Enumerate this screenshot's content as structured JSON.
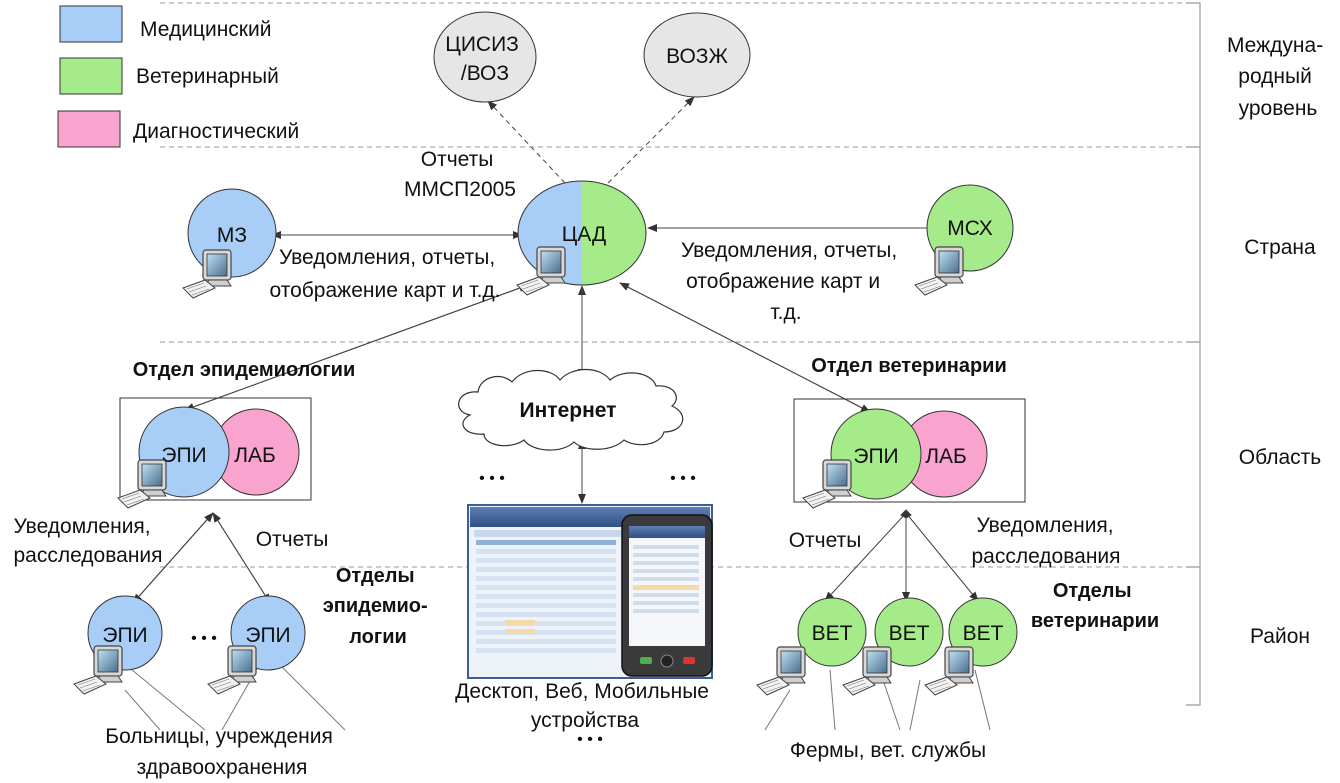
{
  "legend": {
    "medical": {
      "label": "Медицинский",
      "color": "#a8cdf7"
    },
    "veterinary": {
      "label": "Ветеринарный",
      "color": "#a6eb8a"
    },
    "diagnostic": {
      "label": "Диагностический",
      "color": "#f9a3cf"
    }
  },
  "levels": {
    "international": [
      "Междуна-",
      "родный",
      "уровень"
    ],
    "country": "Страна",
    "region": "Область",
    "district": "Район"
  },
  "nodes": {
    "cisiz": [
      "ЦИСИЗ",
      "/ВОЗ"
    ],
    "vozzh": "ВОЗЖ",
    "mz": "МЗ",
    "cad": "ЦАД",
    "msh": "МСХ",
    "epi": "ЭПИ",
    "lab": "ЛАБ",
    "vet": "ВЕТ",
    "internet": "Интернет"
  },
  "labels": {
    "reports_mmsp": [
      "Отчеты",
      "ММСП2005"
    ],
    "notif_left": [
      "Уведомления, отчеты,",
      "отображение карт и т.д."
    ],
    "notif_right": [
      "Уведомления, отчеты,",
      "отображение карт и",
      "т.д."
    ],
    "dept_epi_region": "Отдел эпидемиологии",
    "dept_vet_region": "Отдел ветеринарии",
    "notif_invest": [
      "Уведомления,",
      "расследования"
    ],
    "reports": "Отчеты",
    "dept_epi_district": [
      "Отделы",
      "эпидемио-",
      "логии"
    ],
    "dept_vet_district": [
      "Отделы",
      "ветеринарии"
    ],
    "hospitals": [
      "Больницы, учреждения",
      "здравоохранения"
    ],
    "farms": "Фермы, вет. службы",
    "devices": [
      "Десктоп, Веб, Мобильные",
      "устройства"
    ],
    "ellipsis": "• • •"
  },
  "colors": {
    "node_gray": "#e6e6e6",
    "arrow": "#555555"
  },
  "icons": [
    "computer-icon",
    "cloud-icon",
    "screenshot-thumbnail",
    "mobile-phone-icon"
  ]
}
